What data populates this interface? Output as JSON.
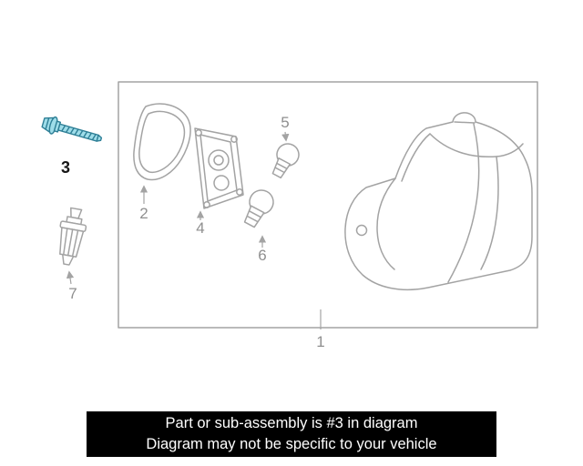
{
  "diagram": {
    "highlighted_part": "3",
    "labels": {
      "part1": "1",
      "part2": "2",
      "part3": "3",
      "part4": "4",
      "part5": "5",
      "part6": "6",
      "part7": "7"
    },
    "colors": {
      "line": "#a3a3a3",
      "label": "#8f8f8f",
      "highlight_label": "#161616",
      "highlight_fill": "#9fdde9",
      "highlight_stroke": "#2e7f96"
    }
  },
  "banner": {
    "line1": "Part or sub-assembly is #3 in diagram",
    "line2": "Diagram may not be specific to your vehicle",
    "background": "#000000",
    "text_color": "#ffffff"
  }
}
